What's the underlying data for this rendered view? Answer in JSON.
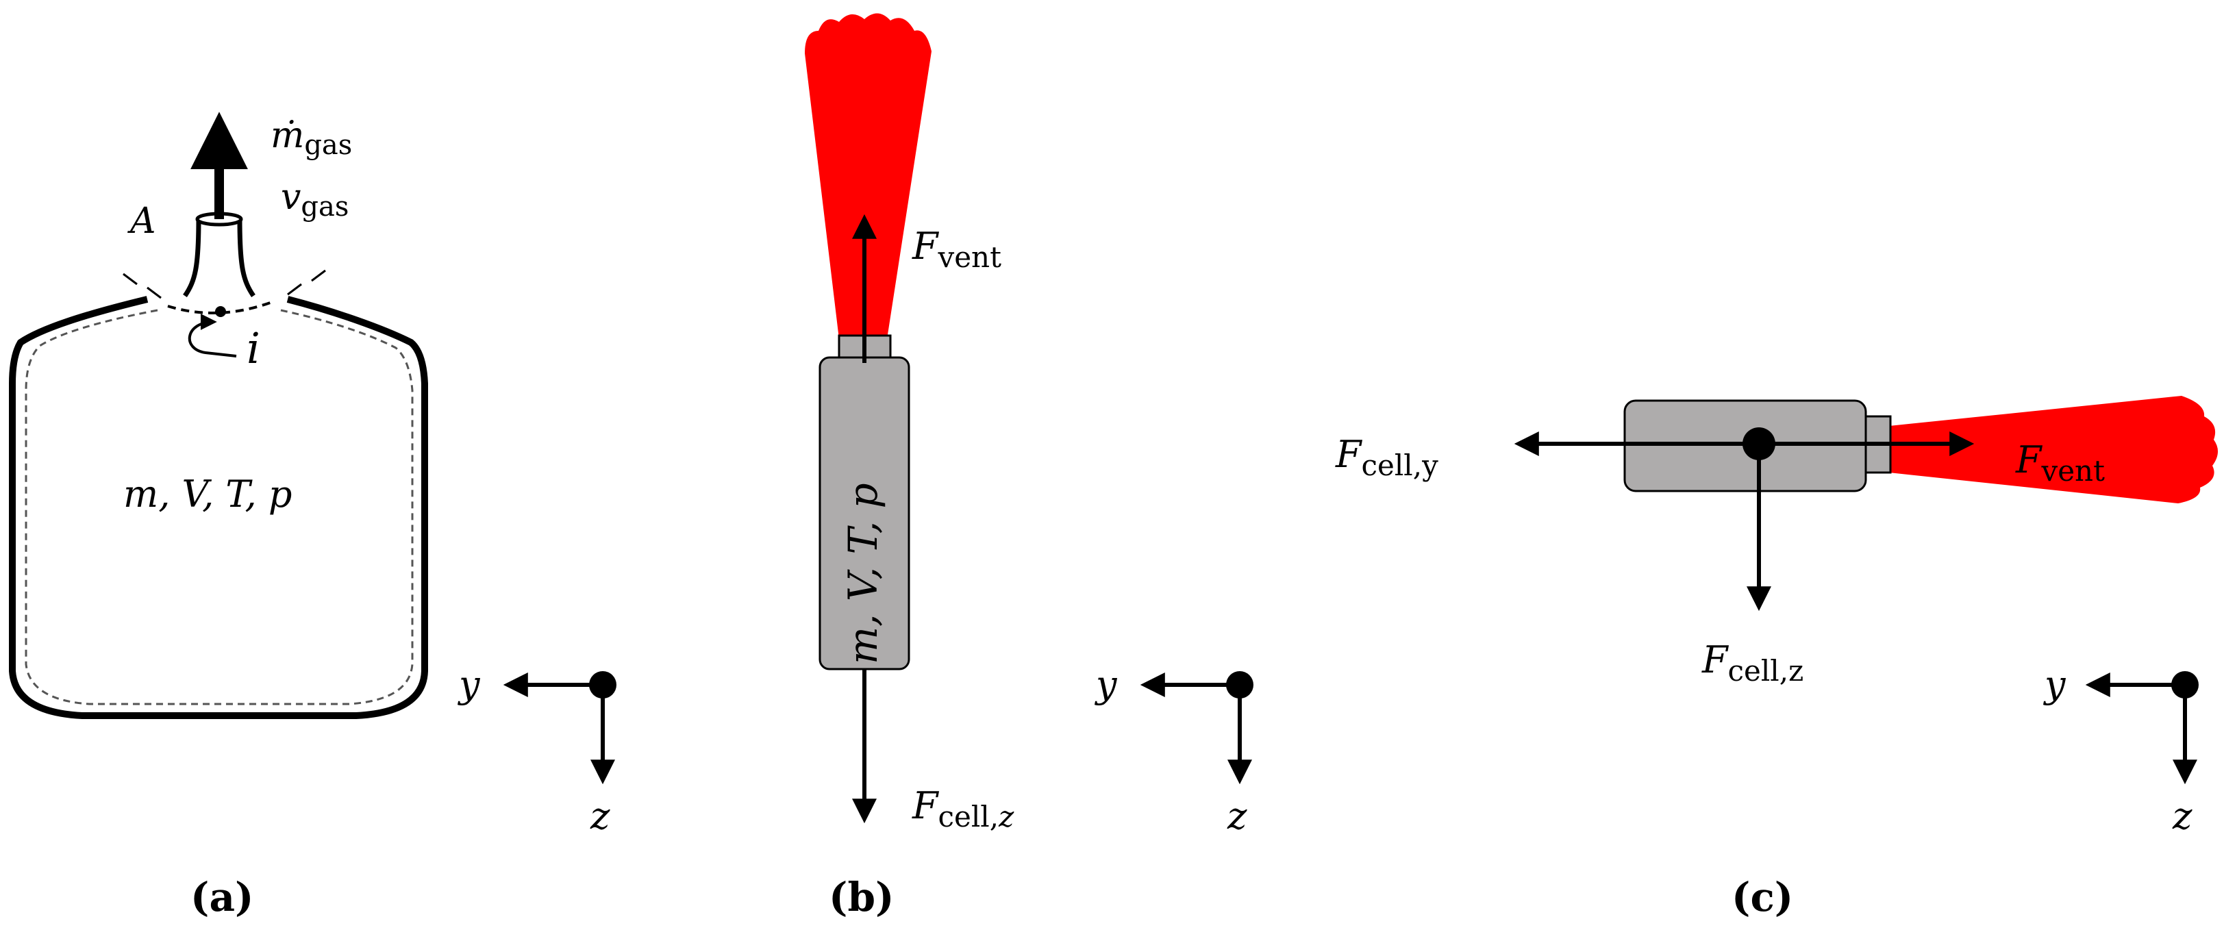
{
  "colors": {
    "jet": "#ff0000",
    "cell": "#aeacac",
    "ink": "#000000"
  },
  "panel_a": {
    "caption": "(a)",
    "mass_flow_symbol": "ṁ",
    "mass_flow_sub": "gas",
    "velocity_symbol": "v",
    "velocity_sub": "gas",
    "area_label": "A",
    "index_label": "i",
    "state_label": "m, V, T, p",
    "axis_y": "y",
    "axis_z": "z"
  },
  "panel_b": {
    "caption": "(b)",
    "vent_force_symbol": "F",
    "vent_force_sub": "vent",
    "cell_state_label": "m, V, T, p",
    "cell_force_symbol": "F",
    "cell_force_sub": "cell,",
    "cell_force_sub_axis": "z",
    "axis_y": "y",
    "axis_z": "z"
  },
  "panel_c": {
    "caption": "(c)",
    "cell_force_y_symbol": "F",
    "cell_force_y_sub": "cell,y",
    "vent_force_symbol": "F",
    "vent_force_sub": "vent",
    "cell_force_z_symbol": "F",
    "cell_force_z_sub": "cell,z",
    "axis_y": "y",
    "axis_z": "z"
  }
}
